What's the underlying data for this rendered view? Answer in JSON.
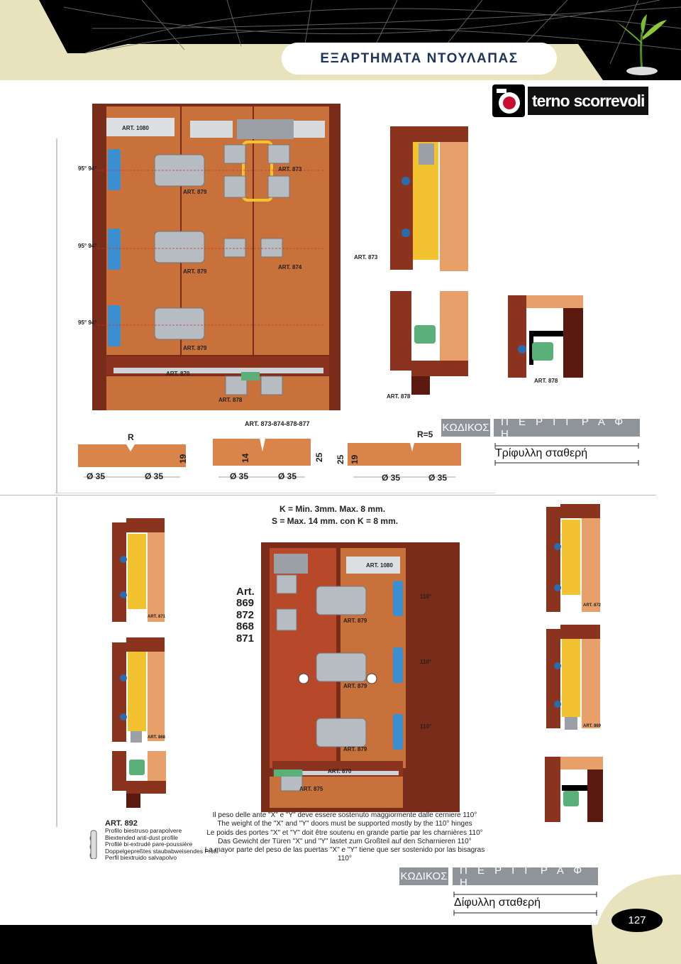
{
  "header": {
    "title": "ΕΞΑΡΤΗΜΑΤΑ ΝΤΟΥΛΑΠΑΣ"
  },
  "logo": {
    "part1": "terno",
    "part2": "scorrevoli"
  },
  "diagram_top": {
    "art_1080": "ART. 1080",
    "art_873": "ART. 873",
    "art_874": "ART. 874",
    "art_879_a": "ART. 879",
    "art_879_b": "ART. 879",
    "art_879_c": "ART. 879",
    "art_870": "ART. 870",
    "art_878": "ART. 878",
    "angle_a": "95° 94°",
    "angle_b": "95° 94°",
    "angle_c": "95° 94°",
    "side_art_873": "ART. 873",
    "side_art_878_a": "ART. 878",
    "side_art_878_b": "ART. 878",
    "profile_caption": "ART. 873-874-878-877"
  },
  "diagram_bottom": {
    "k_line1": "K = Min. 3mm.     Max. 8 mm.",
    "k_line2": "S = Max. 14 mm. con K = 8 mm.",
    "art_1080": "ART. 1080",
    "art_list": [
      "Art.",
      "869",
      "872",
      "868",
      "871"
    ],
    "art_879_a": "ART. 879",
    "art_879_b": "ART. 879",
    "art_879_c": "ART. 879",
    "art_870": "ART. 870",
    "art_875": "ART. 875",
    "angle_a": "110°",
    "angle_b": "110°",
    "angle_c": "110°",
    "side_art_871": "ART. 871",
    "side_art_868": "ART. 868",
    "side_art_872": "ART. 872",
    "side_art_869": "ART. 869",
    "art_892": "ART. 892",
    "art_892_desc": [
      "Profilo biestruso parapolvere",
      "Biextended anti-dust profile",
      "Profilé bi-extrudé pare-poussière",
      "Doppelgepreßtes staubabweisendes Profil",
      "Perfil biextruido salvapolvo"
    ],
    "weight_note": [
      "Il peso delle ante \"X\" e \"Y\" deve essere sostenuto maggiormente dalle cerniere 110°",
      "The weight of the \"X\" and \"Y\" doors must be supported mostly by the 110° hinges",
      "Le poids des portes \"X\" et \"Y\" doit être soutenu en grande partie par les charnières 110°",
      "Das Gewicht der Türen \"X\" und \"Y\" lastet zum Großteil auf den Scharnieren 110°",
      "La mayor parte del peso de las puertas \"X\" e \"Y\" tiene que ser sostenido por las bisagras 110°"
    ]
  },
  "table1": {
    "code_header": "ΚΩΔΙΚΟΣ",
    "desc_header": "Π Ε Ρ Ι Γ Ρ Α Φ Η",
    "row1": "Τρίφυλλη σταθερή"
  },
  "table2": {
    "code_header": "ΚΩΔΙΚΟΣ",
    "desc_header": "Π Ε Ρ Ι Γ Ρ Α Φ Η",
    "row1": "Δίφυλλη σταθερή"
  },
  "page_number": "127",
  "colors": {
    "header_bg": "#e8e3bd",
    "title_text": "#1d3559",
    "table_header": "#8f949a",
    "door_orange": "#c8713a",
    "frame_brown": "#7a2c1a",
    "hinge_gray": "#b7bcc2",
    "fitting_yellow": "#f2c230"
  }
}
